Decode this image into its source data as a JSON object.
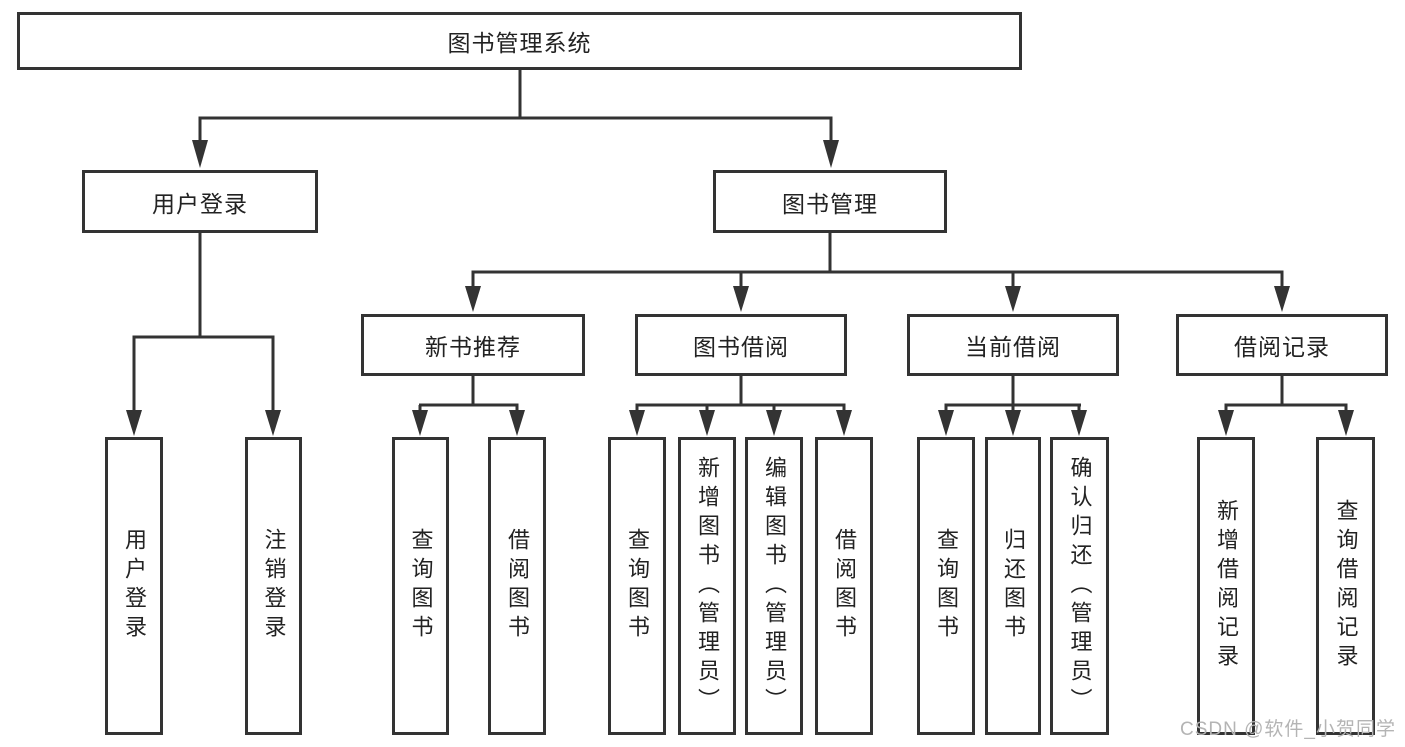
{
  "nodes": {
    "root": "图书管理系统",
    "user_login": "用户登录",
    "book_mgmt": "图书管理",
    "new_book_rec": "新书推荐",
    "book_borrow": "图书借阅",
    "current_borrow": "当前借阅",
    "borrow_records": "借阅记录",
    "leaf_user_login": "用户登录",
    "leaf_logout": "注销登录",
    "rec_query_book": "查询图书",
    "rec_borrow_book": "借阅图书",
    "bb_query_book": "查询图书",
    "bb_add_book": "新增图书（管理员）",
    "bb_edit_book": "编辑图书（管理员）",
    "bb_borrow_book": "借阅图书",
    "cb_query_book": "查询图书",
    "cb_return_book": "归还图书",
    "cb_confirm_return": "确认归还（管理员）",
    "br_add_record": "新增借阅记录",
    "br_query_record": "查询借阅记录"
  },
  "colors": {
    "line": "#333333",
    "text": "#222222",
    "watermark": "#b4b4b4",
    "background": "#ffffff"
  },
  "watermark": "CSDN @软件_小贺同学"
}
